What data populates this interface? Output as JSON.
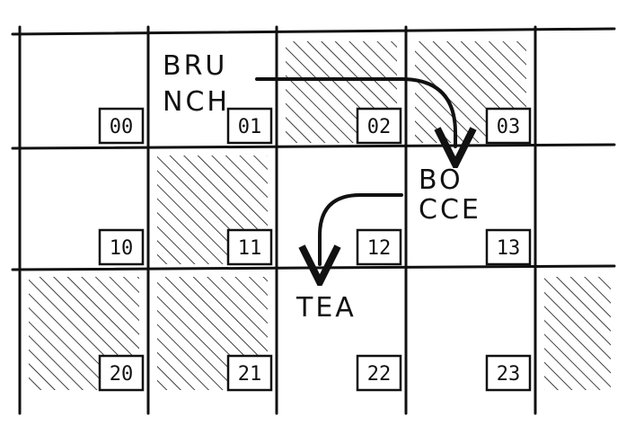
{
  "diagram": {
    "rows": [
      {
        "cells": [
          {
            "id": "00",
            "hatched": false,
            "label": []
          },
          {
            "id": "01",
            "hatched": false,
            "label": [
              "BRU",
              "NCH"
            ]
          },
          {
            "id": "02",
            "hatched": true,
            "label": []
          },
          {
            "id": "03",
            "hatched": true,
            "label": []
          },
          {
            "id": "",
            "hatched": false,
            "label": []
          }
        ]
      },
      {
        "cells": [
          {
            "id": "10",
            "hatched": false,
            "label": []
          },
          {
            "id": "11",
            "hatched": true,
            "label": []
          },
          {
            "id": "12",
            "hatched": false,
            "label": []
          },
          {
            "id": "13",
            "hatched": false,
            "label": [
              "BO",
              "CCE"
            ]
          },
          {
            "id": "",
            "hatched": false,
            "label": []
          }
        ]
      },
      {
        "cells": [
          {
            "id": "20",
            "hatched": true,
            "label": []
          },
          {
            "id": "21",
            "hatched": true,
            "label": []
          },
          {
            "id": "22",
            "hatched": false,
            "label": [
              "TEA"
            ]
          },
          {
            "id": "23",
            "hatched": false,
            "label": []
          },
          {
            "id": "",
            "hatched": true,
            "label": []
          }
        ]
      }
    ],
    "arrows": [
      {
        "from": "01",
        "to": "13"
      },
      {
        "from": "13",
        "to": "22"
      }
    ],
    "colors": {
      "ink": "#111111",
      "paper": "#ffffff"
    }
  }
}
